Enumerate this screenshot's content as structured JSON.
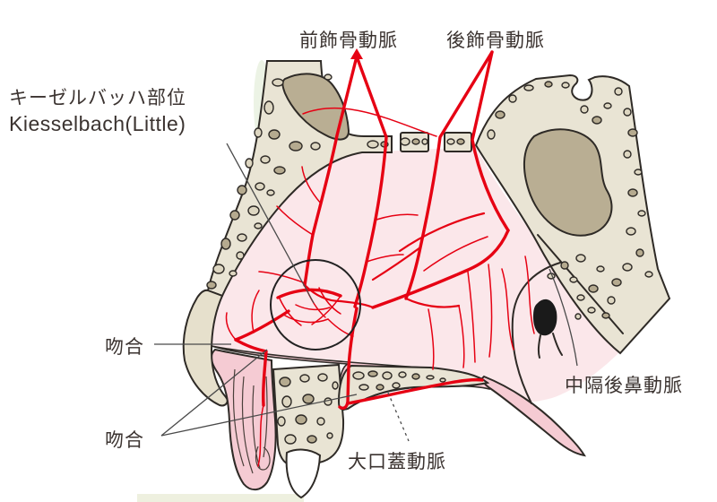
{
  "figure": {
    "title": "Nasal septum arterial supply (Kiesselbach area) diagram",
    "labels": {
      "anterior_ethmoidal": "前飾骨動脈",
      "posterior_ethmoidal": "後飾骨動脈",
      "kiesselbach_ja": "キーゼルバッハ部位",
      "kiesselbach_en": "Kiesselbach(Little)",
      "anastomosis_upper": "吻合",
      "anastomosis_lower": "吻合",
      "greater_palatine": "大口蓋動脈",
      "posterior_septal": "中隔後鼻動脈"
    },
    "colors": {
      "artery_red": "#e60113",
      "mucosa_pink": "#fbe7ea",
      "deep_pink": "#f5cbd3",
      "bone_beige": "#e9e4d4",
      "sinus_tan": "#b9ae93",
      "outline_dark": "#2e2a26",
      "label_text": "#3b3330",
      "leader_gray": "#4a4a4a"
    }
  }
}
